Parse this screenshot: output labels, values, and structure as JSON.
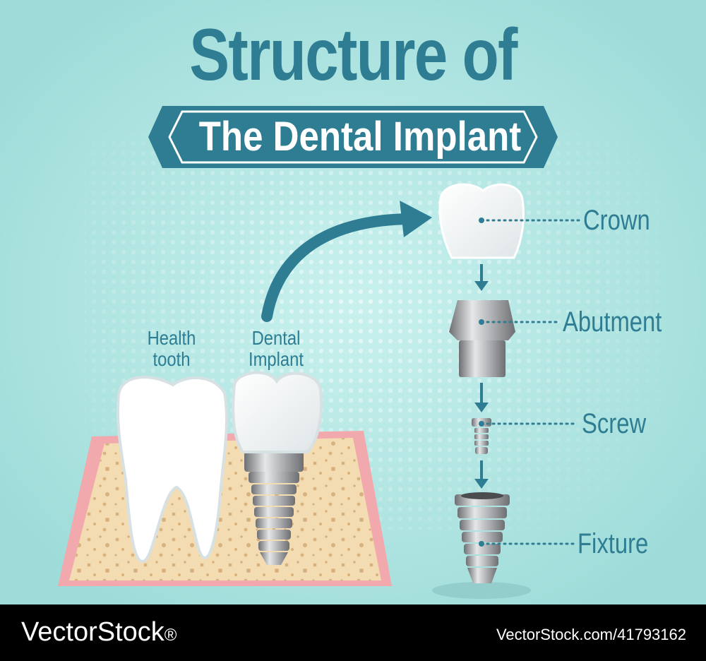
{
  "title": "Structure of",
  "subtitle": "The Dental Implant",
  "labels": {
    "health_tooth": "Health\ntooth",
    "dental_implant": "Dental\nImplant",
    "crown": "Crown",
    "abutment": "Abutment",
    "screw": "Screw",
    "fixture": "Fixture"
  },
  "footer": {
    "brand": "VectorStock",
    "registered": "®",
    "id": "VectorStock.com/41793162"
  },
  "colors": {
    "background": "#a9e3e0",
    "accent": "#2e7d93",
    "bone": "#f3dcb1",
    "gum": "#f2a9ae",
    "metal": "#a7a9ac"
  }
}
